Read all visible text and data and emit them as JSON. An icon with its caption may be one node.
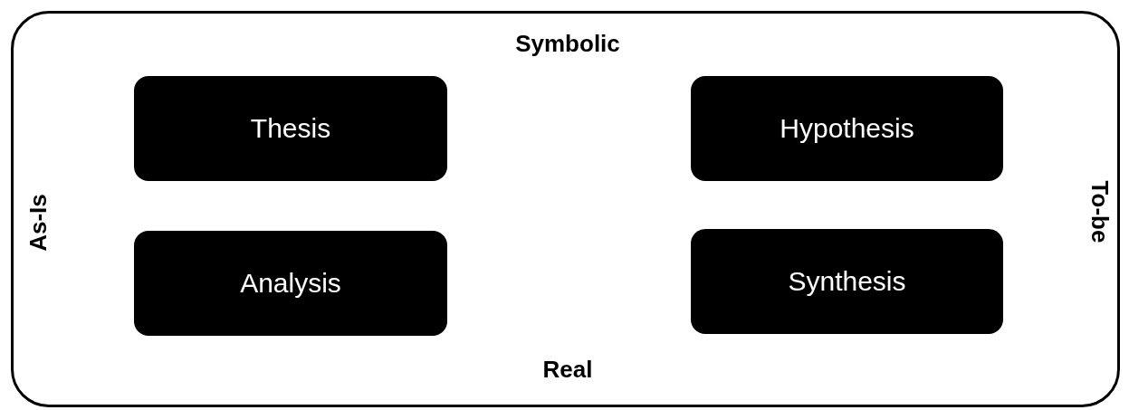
{
  "diagram": {
    "nodes": [
      {
        "text": [
          "Symbolic",
          "As-Is",
          "To-be",
          "Real"
        ]
      },
      {
        "text": [
          "Thesis"
        ],
        "in": 0
      },
      {
        "text": [
          "Hypothesis"
        ],
        "in": 0
      },
      {
        "text": [
          "Analysis"
        ],
        "in": 0
      },
      {
        "text": [
          "Synthesis"
        ],
        "in": 0
      }
    ]
  }
}
